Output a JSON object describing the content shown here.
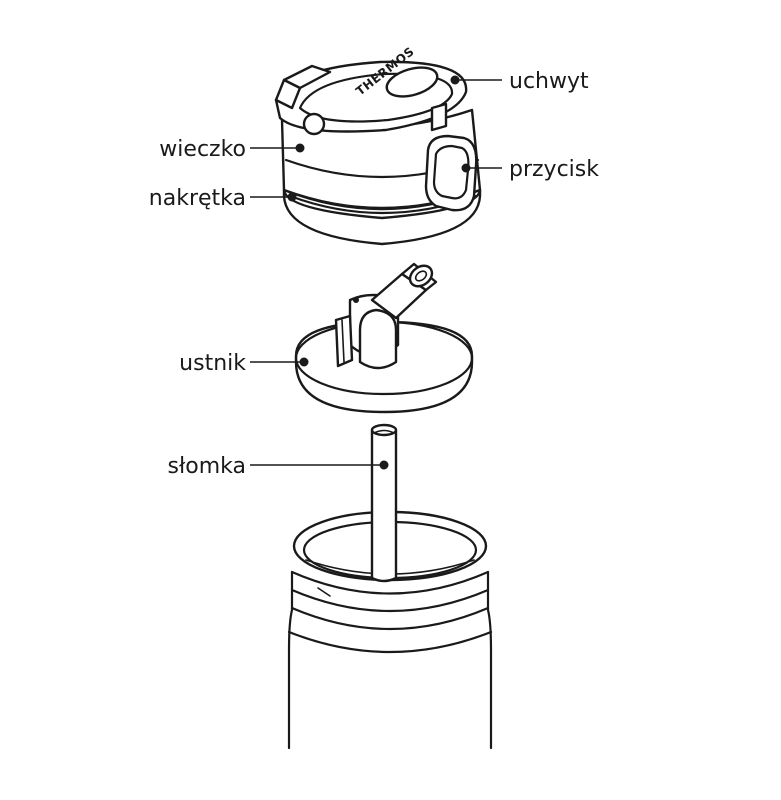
{
  "brand": "THERMOS",
  "labels": {
    "handle": "uchwyt",
    "lid": "wieczko",
    "button": "przycisk",
    "cap": "nakrętka",
    "mouthpiece": "ustnik",
    "straw": "słomka"
  },
  "colors": {
    "ink": "#1a1a1a",
    "background": "#ffffff"
  }
}
